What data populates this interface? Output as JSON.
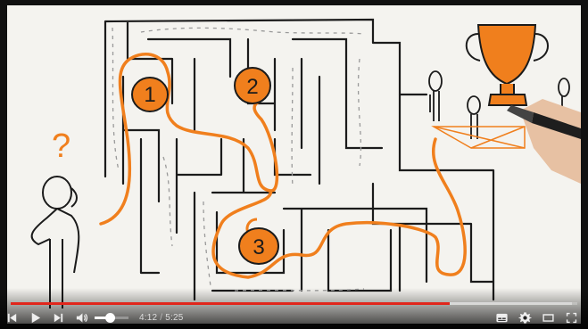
{
  "player": {
    "current_time": "4:12",
    "separator": " / ",
    "duration": "5:25",
    "progress_played": 0.775,
    "progress_loaded": 0.99,
    "volume_level": 0.45,
    "accent_color": "#e1261c"
  },
  "video_frame": {
    "labels": [
      "1",
      "2",
      "3"
    ],
    "question_mark": "?"
  },
  "icons": {
    "previous": "skip-previous-icon",
    "play": "play-icon",
    "next": "skip-next-icon",
    "volume": "volume-icon",
    "subtitles": "subtitles-icon",
    "settings": "gear-icon",
    "theater": "theater-mode-icon",
    "fullscreen": "fullscreen-icon"
  }
}
